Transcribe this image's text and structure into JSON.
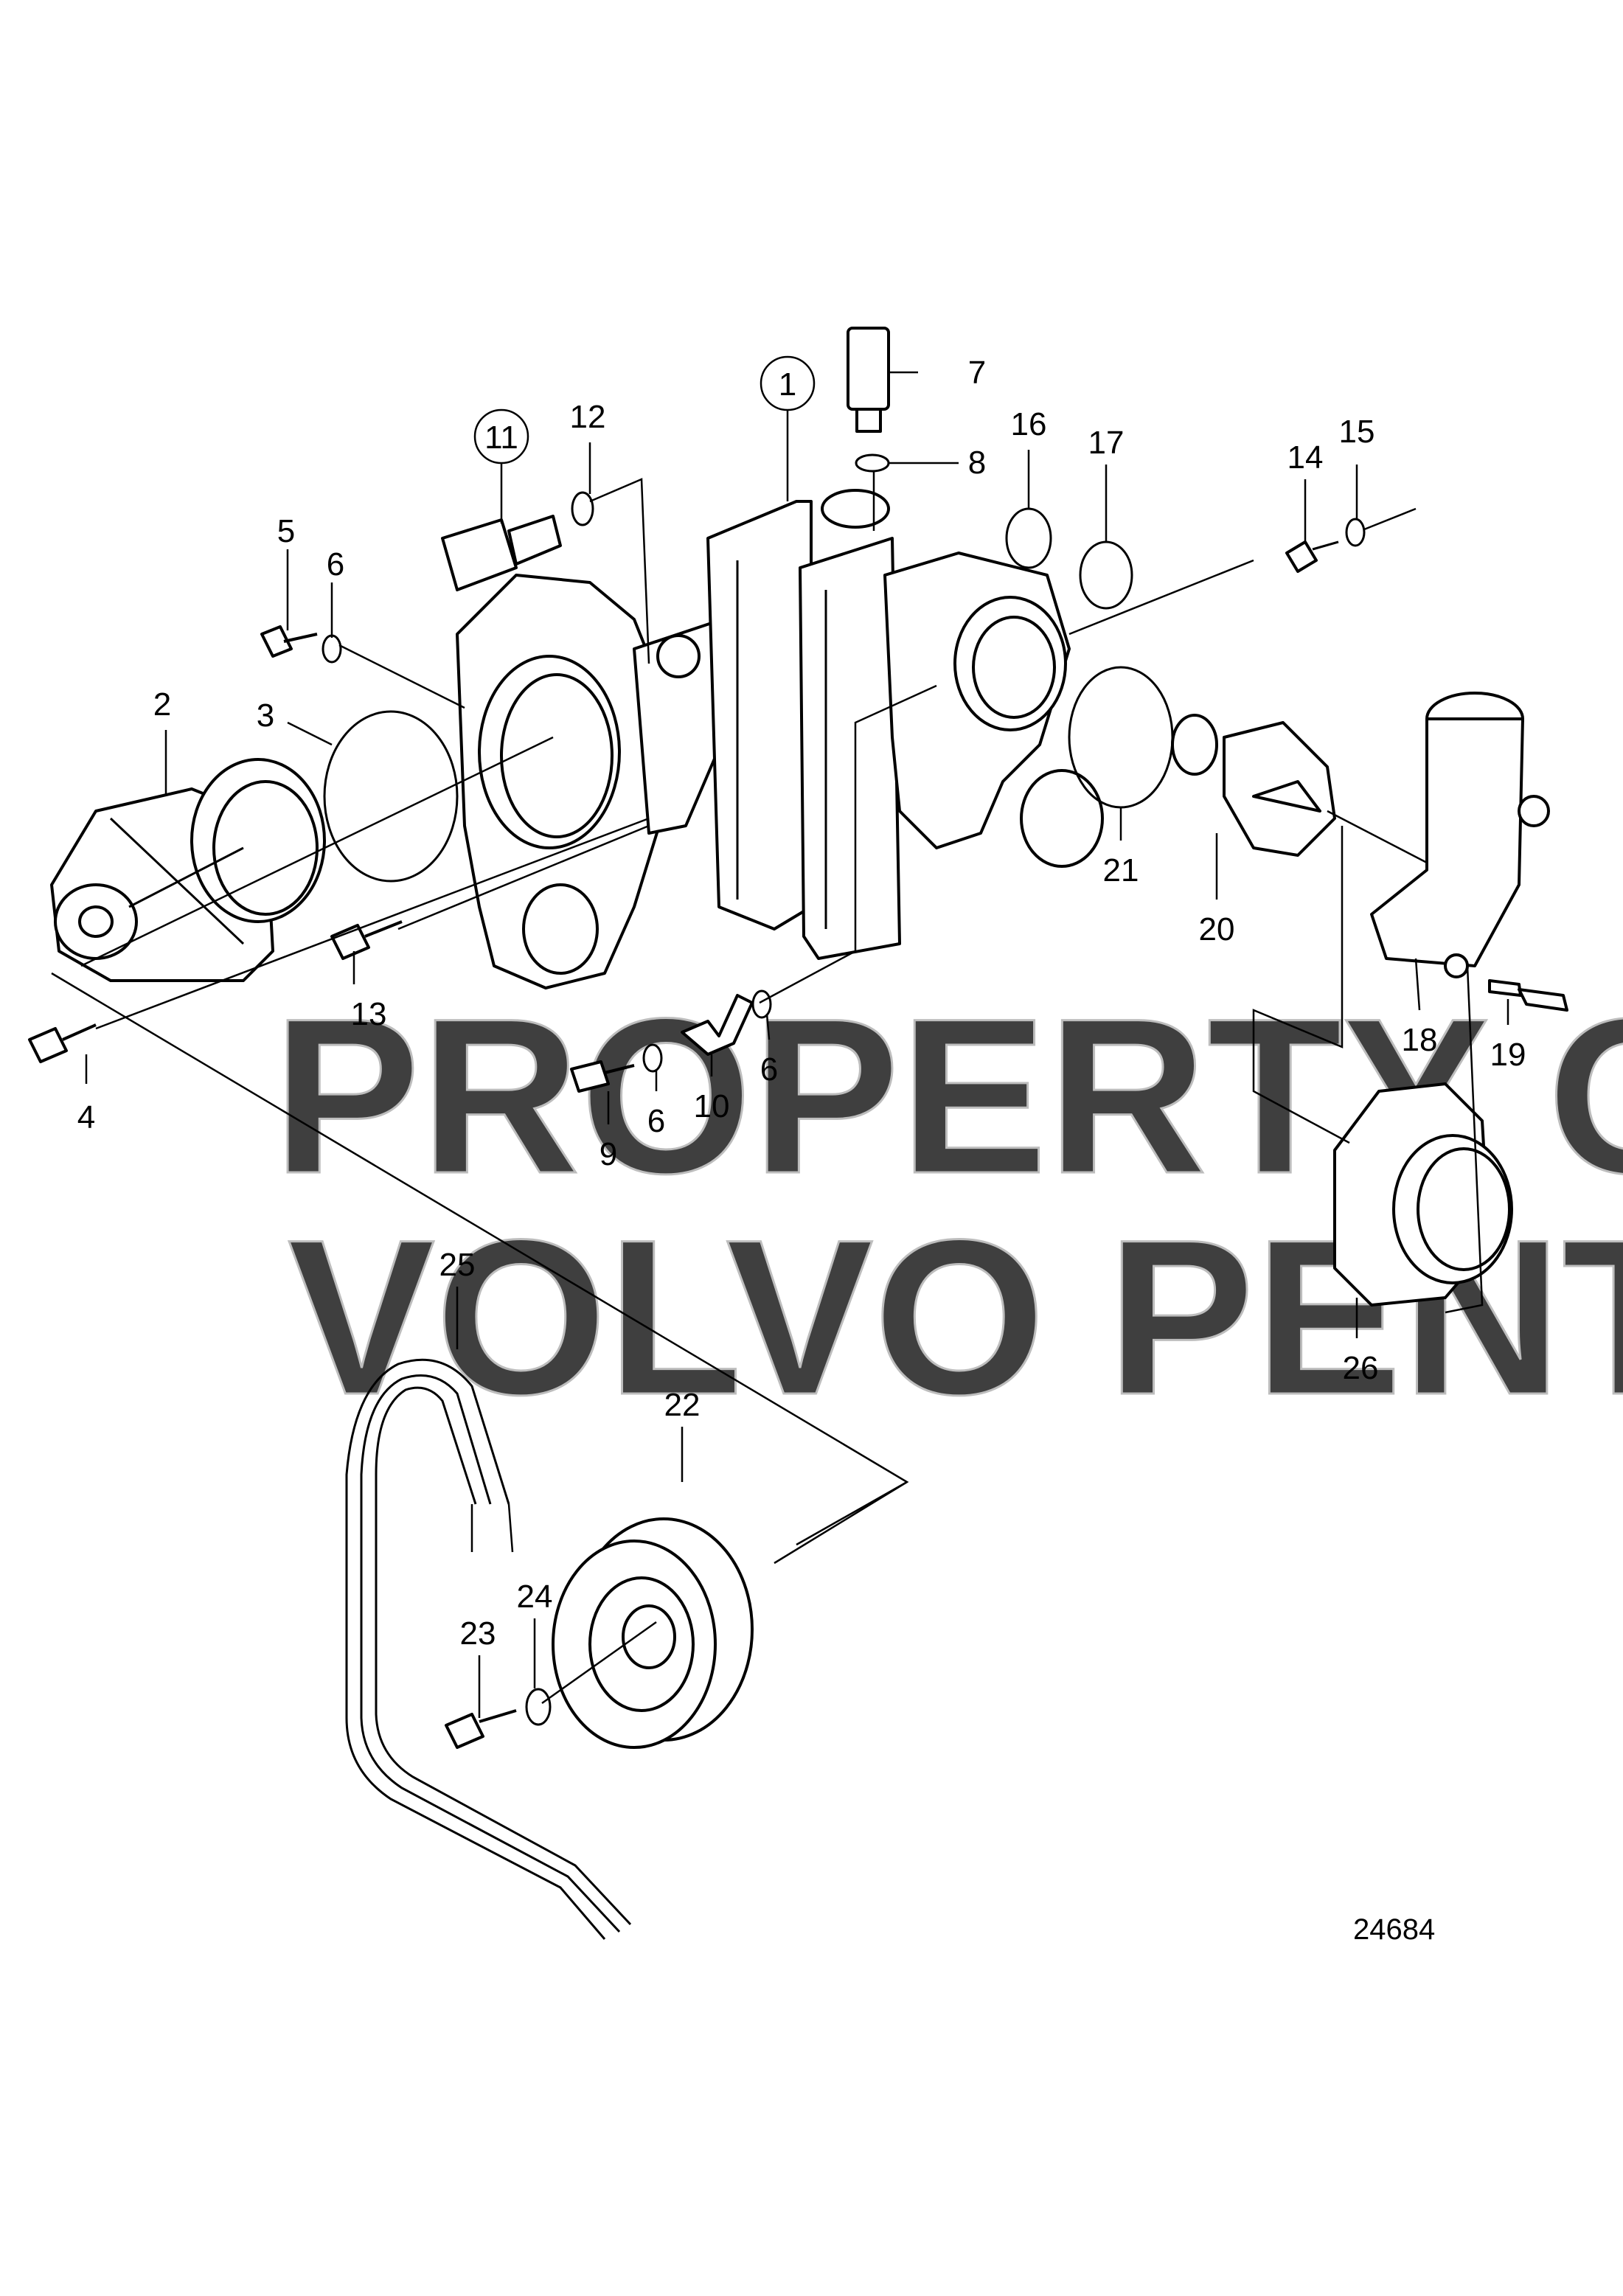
{
  "watermark": {
    "line1": "PROPERTY OF",
    "line2": "VOLVO PENTA"
  },
  "drawing_number": "24684",
  "callouts": {
    "c1": "1",
    "c2": "2",
    "c3": "3",
    "c4": "4",
    "c5": "5",
    "c6a": "6",
    "c6b": "6",
    "c6c": "6",
    "c7": "7",
    "c8": "8",
    "c9": "9",
    "c10": "10",
    "c11": "11",
    "c12": "12",
    "c13": "13",
    "c14": "14",
    "c15": "15",
    "c16": "16",
    "c17": "17",
    "c18": "18",
    "c19": "19",
    "c20": "20",
    "c21": "21",
    "c22": "22",
    "c23": "23",
    "c24": "24",
    "c25": "25",
    "c26": "26"
  },
  "circled_callouts": [
    "1",
    "11"
  ]
}
